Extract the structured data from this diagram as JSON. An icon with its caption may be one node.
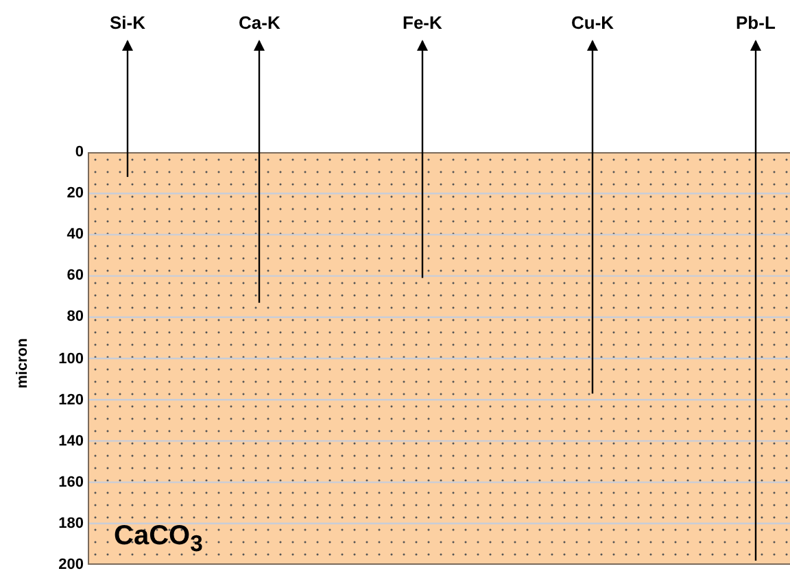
{
  "diagram": {
    "nodes": [
      {
        "text": [
          "CaCO$_{3}$"
        ]
      },
      {
        "text": [
          "Si-K"
        ]
      },
      {
        "text": [
          "Ca-K"
        ]
      },
      {
        "text": [
          "Fe-K"
        ]
      },
      {
        "text": [
          "Cu-K"
        ]
      },
      {
        "text": [
          "Pb-L"
        ]
      }
    ],
    "edges": [
      {
        "from": 0,
        "to": 1,
        "arrow": "to"
      },
      {
        "from": 0,
        "to": 2,
        "arrow": "to"
      },
      {
        "from": 0,
        "to": 3,
        "arrow": "to"
      },
      {
        "from": 0,
        "to": 4,
        "arrow": "to"
      },
      {
        "from": 0,
        "to": 5,
        "arrow": "to"
      }
    ],
    "labels": [
      "0",
      "20",
      "40",
      "60",
      "80",
      "100",
      "120",
      "140",
      "160",
      "180",
      "200",
      "micron"
    ]
  }
}
